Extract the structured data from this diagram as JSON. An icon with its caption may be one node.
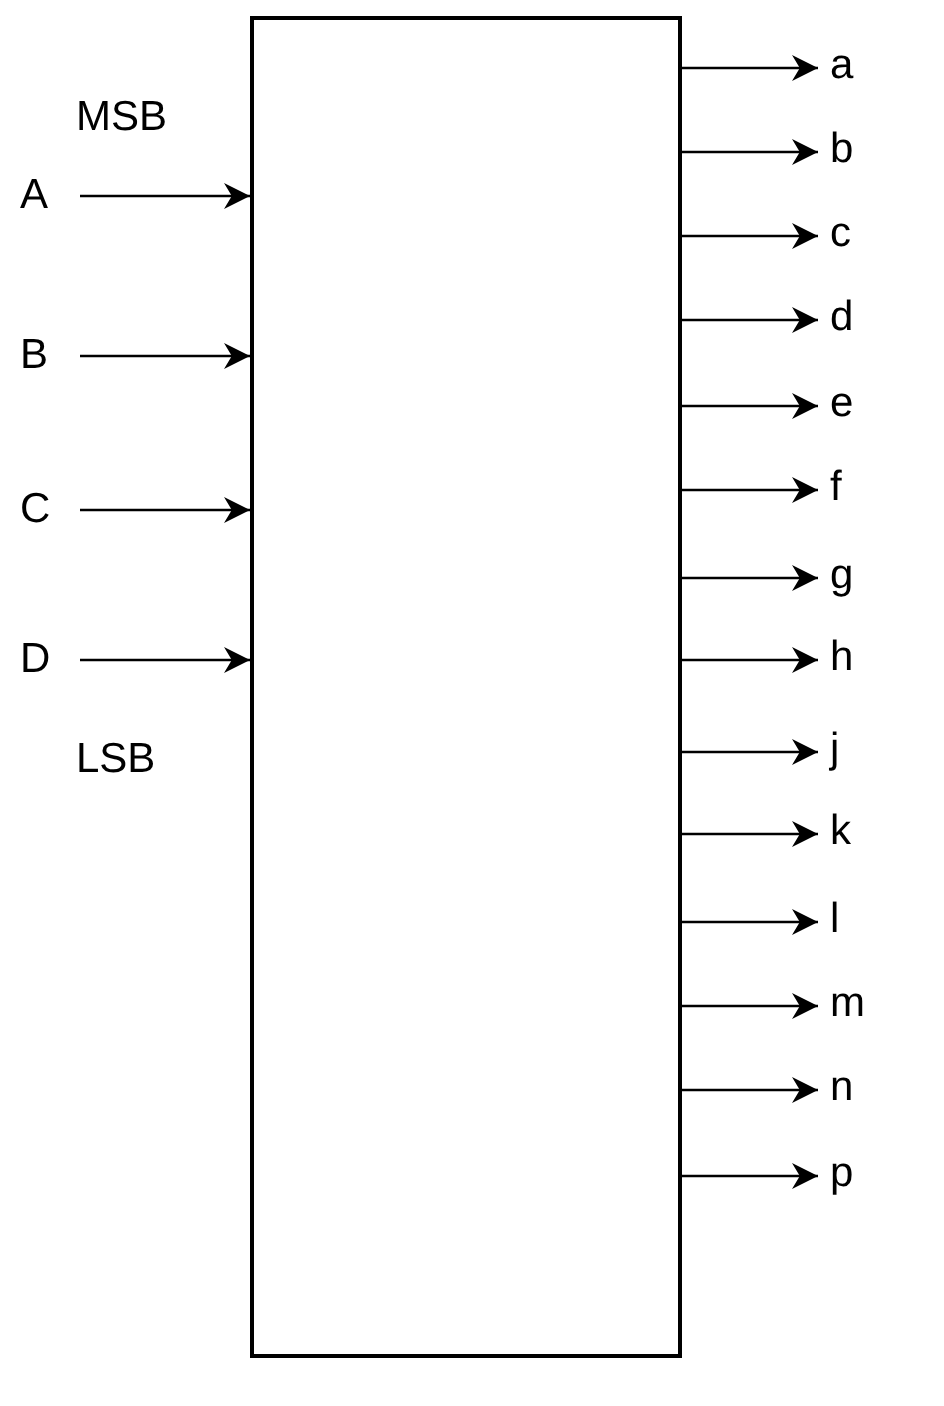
{
  "diagram": {
    "nodes": [
      {
        "text": [],
        "shape": "box"
      },
      {
        "text": [
          "A"
        ]
      },
      {
        "text": [
          "B"
        ]
      },
      {
        "text": [
          "C"
        ]
      },
      {
        "text": [
          "D"
        ]
      },
      {
        "text": [
          "a"
        ]
      },
      {
        "text": [
          "b"
        ]
      },
      {
        "text": [
          "c"
        ]
      },
      {
        "text": [
          "d"
        ]
      },
      {
        "text": [
          "e"
        ]
      },
      {
        "text": [
          "f"
        ]
      },
      {
        "text": [
          "g"
        ]
      },
      {
        "text": [
          "h"
        ]
      },
      {
        "text": [
          "j"
        ]
      },
      {
        "text": [
          "k"
        ]
      },
      {
        "text": [
          "l"
        ]
      },
      {
        "text": [
          "m"
        ]
      },
      {
        "text": [
          "n"
        ]
      },
      {
        "text": [
          "p"
        ]
      }
    ],
    "edges": [
      {
        "from": 1,
        "to": 0,
        "arrow": "to"
      },
      {
        "from": 2,
        "to": 0,
        "arrow": "to"
      },
      {
        "from": 3,
        "to": 0,
        "arrow": "to"
      },
      {
        "from": 4,
        "to": 0,
        "arrow": "to"
      },
      {
        "from": 0,
        "to": 5,
        "arrow": "to"
      },
      {
        "from": 0,
        "to": 6,
        "arrow": "to"
      },
      {
        "from": 0,
        "to": 7,
        "arrow": "to"
      },
      {
        "from": 0,
        "to": 8,
        "arrow": "to"
      },
      {
        "from": 0,
        "to": 9,
        "arrow": "to"
      },
      {
        "from": 0,
        "to": 10,
        "arrow": "to"
      },
      {
        "from": 0,
        "to": 11,
        "arrow": "to"
      },
      {
        "from": 0,
        "to": 12,
        "arrow": "to"
      },
      {
        "from": 0,
        "to": 13,
        "arrow": "to"
      },
      {
        "from": 0,
        "to": 14,
        "arrow": "to"
      },
      {
        "from": 0,
        "to": 15,
        "arrow": "to"
      },
      {
        "from": 0,
        "to": 16,
        "arrow": "to"
      },
      {
        "from": 0,
        "to": 17,
        "arrow": "to"
      },
      {
        "from": 0,
        "to": 18,
        "arrow": "to"
      }
    ],
    "labels": [
      "MSB",
      "LSB"
    ]
  }
}
